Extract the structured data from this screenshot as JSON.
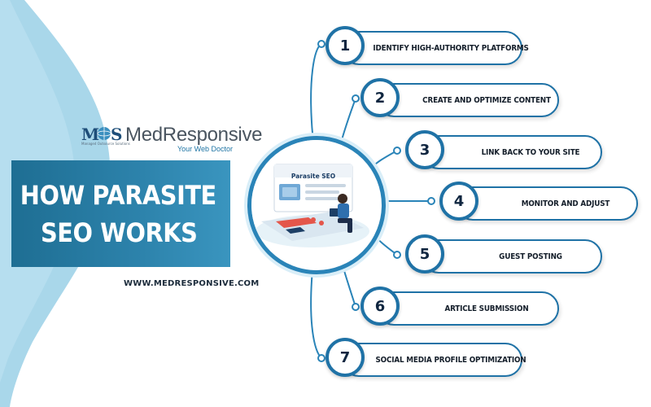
{
  "brand": {
    "name": "MedResponsive",
    "tagline": "Your Web Doctor",
    "mark": "MS",
    "mark_subtitle": "Managed Outsource Solutions"
  },
  "title": {
    "line1": "HOW PARASITE",
    "line2": "SEO WORKS"
  },
  "website": "WWW.MEDRESPONSIVE.COM",
  "hub": {
    "label": "Parasite SEO"
  },
  "steps": [
    {
      "number": "1",
      "label": "IDENTIFY HIGH-AUTHORITY PLATFORMS"
    },
    {
      "number": "2",
      "label": "CREATE AND OPTIMIZE CONTENT"
    },
    {
      "number": "3",
      "label": "LINK BACK TO YOUR SITE"
    },
    {
      "number": "4",
      "label": "MONITOR AND ADJUST"
    },
    {
      "number": "5",
      "label": "GUEST POSTING"
    },
    {
      "number": "6",
      "label": "ARTICLE SUBMISSION"
    },
    {
      "number": "7",
      "label": "SOCIAL MEDIA PROFILE OPTIMIZATION"
    }
  ],
  "colors": {
    "primary": "#1f72a6",
    "accent": "#2a84b8",
    "background_blob": "#a9d7ea"
  }
}
